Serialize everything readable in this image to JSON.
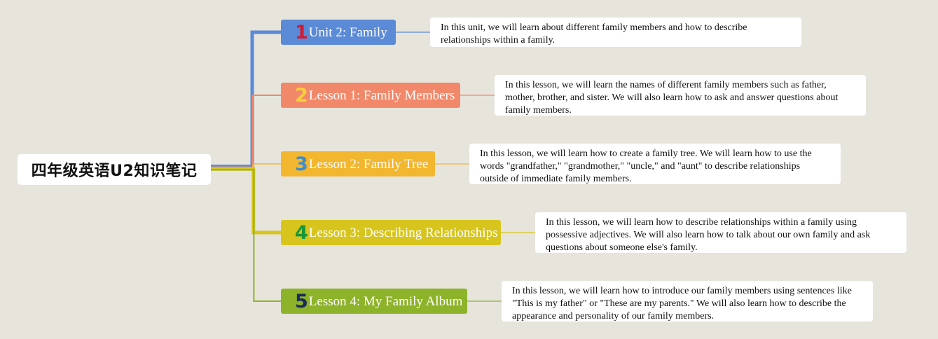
{
  "root": {
    "title": "四年级英语U2知识笔记"
  },
  "branches": [
    {
      "number": "1",
      "label": "Unit 2: Family",
      "note": "In this unit, we will learn about different family members and how to describe relationships within a family.",
      "color": "#5b8ad6",
      "number_color": "#d11a33",
      "text_color": "#ffffff",
      "line_color": "#5b8ad6"
    },
    {
      "number": "2",
      "label": "Lesson 1: Family Members",
      "note": "In this lesson, we will learn the names of different family members such as father, mother, brother, and sister. We will also learn how to ask and answer questions about family members.",
      "color": "#f2886a",
      "number_color": "#f6cf3c",
      "text_color": "#ffffff",
      "line_color": "#f2886a"
    },
    {
      "number": "3",
      "label": "Lesson 2: Family Tree",
      "note": "In this lesson, we will learn how to create a family tree. We will learn how to use the words \"grandfather,\" \"grandmother,\" \"uncle,\" and \"aunt\" to describe relationships outside of immediate family members.",
      "color": "#f2b62f",
      "number_color": "#3b8fd1",
      "text_color": "#ffffff",
      "line_color": "#f2b62f"
    },
    {
      "number": "4",
      "label": "Lesson 3: Describing Relationships",
      "note": "In this lesson, we will learn how to describe relationships within a family using possessive adjectives. We will also learn how to talk about our own family and ask questions about someone else's family.",
      "color": "#d7c51d",
      "number_color": "#17963a",
      "text_color": "#ffffff",
      "line_color": "#d7c51d"
    },
    {
      "number": "5",
      "label": "Lesson 4: My Family Album",
      "note": "In this lesson, we will learn how to introduce our family members using sentences like \"This is my father\" or \"These are my parents.\" We will also learn how to describe the appearance and personality of our family members.",
      "color": "#8db32b",
      "number_color": "#1b2a5c",
      "text_color": "#ffffff",
      "line_color": "#8db32b"
    }
  ]
}
